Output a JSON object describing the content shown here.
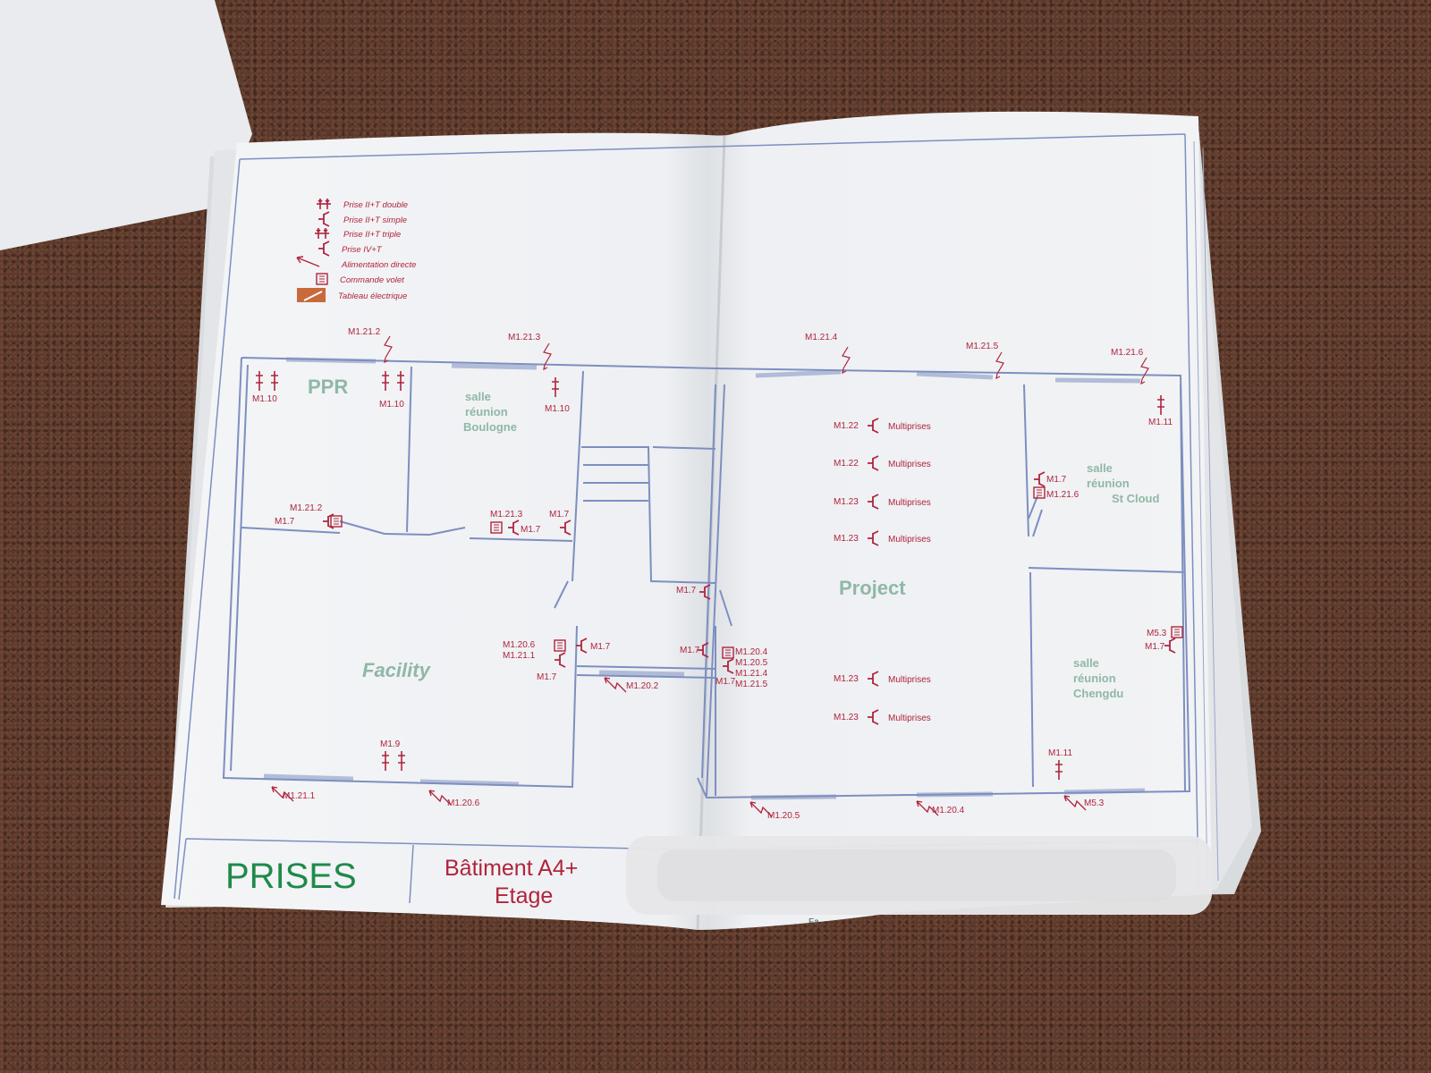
{
  "legend": [
    {
      "label": "Prise II+T double",
      "icon": "socket-double-icon"
    },
    {
      "label": "Prise II+T simple",
      "icon": "socket-simple-icon"
    },
    {
      "label": "Prise II+T triple",
      "icon": "socket-triple-icon"
    },
    {
      "label": "Prise IV+T",
      "icon": "socket-iv-icon"
    },
    {
      "label": "Alimentation directe",
      "icon": "direct-power-icon"
    },
    {
      "label": "Commande volet",
      "icon": "shutter-control-icon"
    },
    {
      "label": "Tableau électrique",
      "icon": "electrical-panel-icon"
    }
  ],
  "rooms": {
    "ppr": "PPR",
    "boulogne": [
      "salle",
      "réunion",
      "Boulogne"
    ],
    "facility": "Facility",
    "project": "Project",
    "stcloud": [
      "salle",
      "réunion",
      "St Cloud"
    ],
    "chengdu": [
      "salle",
      "réunion",
      "Chengdu"
    ]
  },
  "multiprises": [
    {
      "code": "M1.22",
      "label": "Multiprises"
    },
    {
      "code": "M1.22",
      "label": "Multiprises"
    },
    {
      "code": "M1.23",
      "label": "Multiprises"
    },
    {
      "code": "M1.23",
      "label": "Multiprises"
    },
    {
      "code": "M1.23",
      "label": "Multiprises"
    },
    {
      "code": "M1.23",
      "label": "Multiprises"
    }
  ],
  "labels": {
    "m1_21_2_top": "M1.21.2",
    "m1_21_3_top": "M1.21.3",
    "m1_21_4": "M1.21.4",
    "m1_21_5": "M1.21.5",
    "m1_21_6": "M1.21.6",
    "m1_10_a": "M1.10",
    "m1_10_b": "M1.10",
    "m1_10_c": "M1.10",
    "m1_11_top": "M1.11",
    "ppr_m1_21_2": "M1.21.2",
    "ppr_m1_7": "M1.7",
    "bou_m1_21_3": "M1.21.3",
    "bou_m1_7_a": "M1.7",
    "bou_m1_7_b": "M1.7",
    "stc_m1_7": "M1.7",
    "stc_m1_21_6": "M1.21.6",
    "hall_m1_7": "M1.7",
    "fac_m1_20_6": "M1.20.6",
    "fac_m1_21_1": "M1.21.1",
    "fac_m1_7_a": "M1.7",
    "fac_m1_7_b": "M1.7",
    "mid_m1_7": "M1.7",
    "mid_m1_20_4": "M1.20.4",
    "mid_m1_20_5": "M1.20.5",
    "mid_m1_21_4": "M1.21.4",
    "mid_m1_21_5": "M1.21.5",
    "mid_m1_7_b": "M1.7",
    "m1_20_2": "M1.20.2",
    "m5_3_a": "M5.3",
    "m1_7_chengdu": "M1.7",
    "m1_9": "M1.9",
    "m1_11_bottom": "M1.11",
    "m1_21_1": "M1.21.1",
    "m1_20_6": "M1.20.6",
    "m1_20_5": "M1.20.5",
    "m1_20_4": "M1.20.4",
    "m5_3_b": "M5.3"
  },
  "title_block": {
    "title": "PRISES",
    "building_line1": "Bâtiment A4+",
    "building_line2": "Etage",
    "fragment": "Fa"
  },
  "colors": {
    "plan_line": "#7d8fc0",
    "electrical": "#b0243c",
    "room_label": "#8fb8a6",
    "title_green": "#1f8a4a",
    "title_red": "#b0243c"
  }
}
